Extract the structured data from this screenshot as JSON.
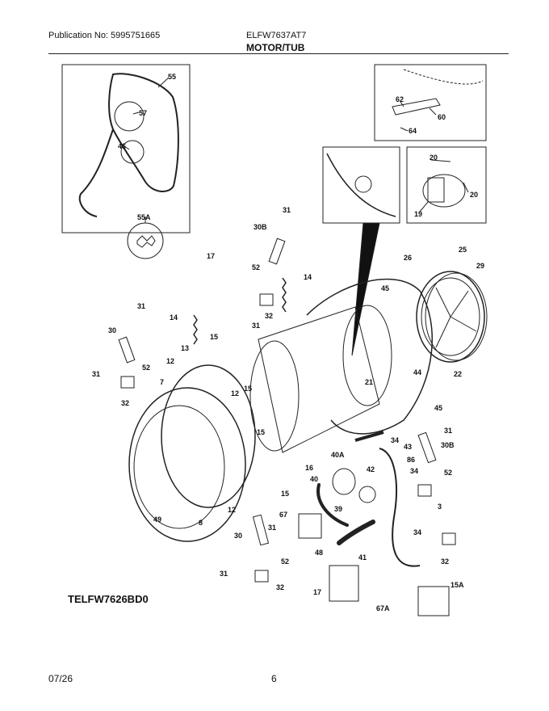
{
  "header": {
    "publication": "Publication No: 5995751665",
    "model": "ELFW7637AT7",
    "title": "MOTOR/TUB"
  },
  "footer": {
    "date": "07/26",
    "page": "6"
  },
  "diagram_tag": "TELFW7626BD0",
  "callouts": {
    "c55": "55",
    "c57": "57",
    "c46": "46",
    "c55a": "55A",
    "c62": "62",
    "c60": "60",
    "c64": "64",
    "c20a": "20",
    "c20b": "20",
    "c19": "19",
    "c31a": "31",
    "c30b_top": "30B",
    "c17": "17",
    "c52a": "52",
    "c14a": "14",
    "c32a": "32",
    "c31b": "31",
    "c26": "26",
    "c25": "25",
    "c29": "29",
    "c45a": "45",
    "c31c": "31",
    "c14b": "14",
    "c30a": "30",
    "c15a": "15",
    "c12a": "12",
    "c13": "13",
    "c52b": "52",
    "c31d": "31",
    "c32b": "32",
    "c7": "7",
    "c12b": "12",
    "c15b": "15",
    "c21": "21",
    "c44": "44",
    "c22": "22",
    "c45b": "45",
    "c31e": "31",
    "c15c": "15",
    "c34a": "34",
    "c43": "43",
    "c30b_right": "30B",
    "c16": "16",
    "c40a": "40A",
    "c86": "86",
    "c42": "42",
    "c34b": "34",
    "c52c": "52",
    "c40": "40",
    "c15d": "15",
    "c3": "3",
    "c49": "49",
    "c8": "8",
    "c12c": "12",
    "c39": "39",
    "c67": "67",
    "c31f": "31",
    "c30c": "30",
    "c34c": "34",
    "c48": "48",
    "c41": "41",
    "c32c": "32",
    "c52d": "52",
    "c31g": "31",
    "c32d": "32",
    "c15a_part": "15A",
    "c17b": "17",
    "c67a": "67A"
  }
}
